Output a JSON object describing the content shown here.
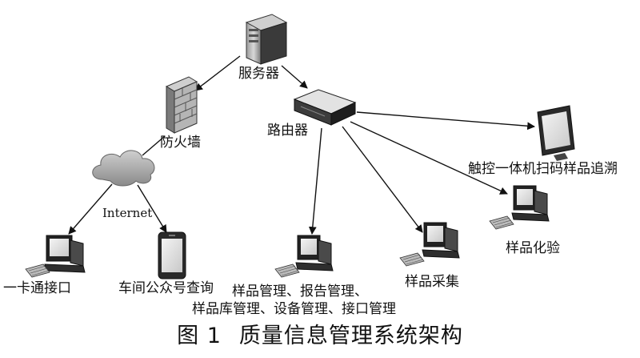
{
  "nodes": {
    "server": "服务器",
    "firewall": "防火墙",
    "router": "路由器",
    "internet": "Internet",
    "touch_terminal": "触控一体机扫码样品追溯",
    "lab_test": "样品化验",
    "sampling": "样品采集",
    "management_line1": "样品管理、报告管理、",
    "management_line2": "样品库管理、设备管理、接口管理",
    "card_interface": "一卡通接口",
    "wechat_query": "车间公众号查询"
  },
  "caption": {
    "number": "图 1",
    "title": "质量信息管理系统架构"
  }
}
